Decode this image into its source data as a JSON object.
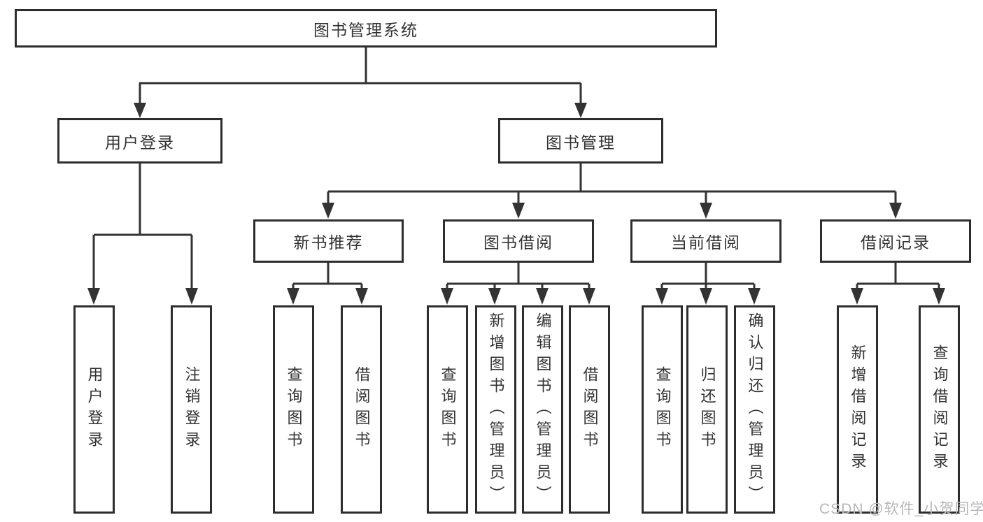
{
  "colors": {
    "line": "#333333",
    "box_border": "#2d2d2d",
    "text": "#333333",
    "watermark": "#b7b7ba",
    "background": "#ffffff"
  },
  "watermark": {
    "text": "CSDN @软件_小贺同学"
  },
  "tree": {
    "root": {
      "label": "图书管理系统",
      "children": [
        {
          "label": "用户登录",
          "children": [
            {
              "label": "用户登录"
            },
            {
              "label": "注销登录"
            }
          ]
        },
        {
          "label": "图书管理",
          "children": [
            {
              "label": "新书推荐",
              "children": [
                {
                  "label": "查询图书"
                },
                {
                  "label": "借阅图书"
                }
              ]
            },
            {
              "label": "图书借阅",
              "children": [
                {
                  "label": "查询图书"
                },
                {
                  "label": "新增图书（管理员）"
                },
                {
                  "label": "编辑图书（管理员）"
                },
                {
                  "label": "借阅图书"
                }
              ]
            },
            {
              "label": "当前借阅",
              "children": [
                {
                  "label": "查询图书"
                },
                {
                  "label": "归还图书"
                },
                {
                  "label": "确认归还（管理员）"
                }
              ]
            },
            {
              "label": "借阅记录",
              "children": [
                {
                  "label": "新增借阅记录"
                },
                {
                  "label": "查询借阅记录"
                }
              ]
            }
          ]
        }
      ]
    }
  }
}
